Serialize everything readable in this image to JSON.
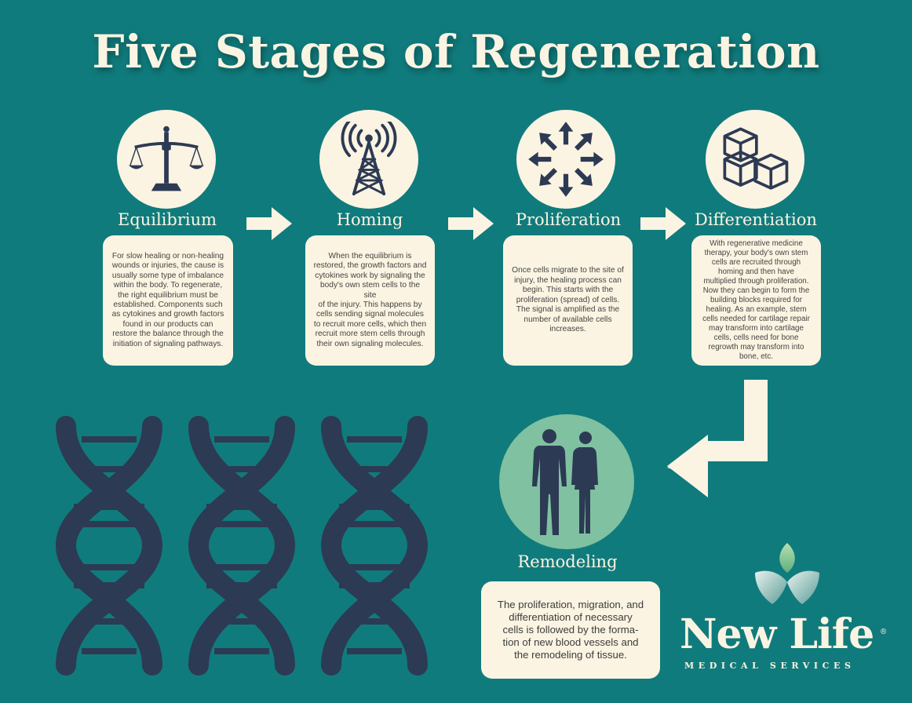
{
  "title": "Five Stages of Regeneration",
  "colors": {
    "background": "#107b7c",
    "cream": "#fbf4e2",
    "navy": "#2d3a54",
    "remodel_circle": "#7fc1a0",
    "leaf_green": "#8ec89a"
  },
  "stages": [
    {
      "label": "Equilibrium",
      "icon": "scale-icon",
      "text": "For slow healing or non-healing\nwounds or injuries, the cause is\nusually some type of imbalance\nwithin the body. To regenerate,\nthe right equilibrium must be\nestablished.  Components such\nas cytokines and growth factors\nfound in our products can\nrestore the balance through the\ninitiation of signaling pathways."
    },
    {
      "label": "Homing",
      "icon": "signal-tower-icon",
      "text": "When the equilibrium is\nrestored, the growth factors and\ncytokines work by signaling the\nbody's own stem cells to the site\nof the injury. This happens by\ncells sending signal molecules\nto recruit more cells, which then\nrecruit more stem cells through\ntheir own signaling molecules."
    },
    {
      "label": "Proliferation",
      "icon": "expand-arrows-icon",
      "text": "Once cells migrate to the site of\ninjury, the healing process can\nbegin. This starts with the\nproliferation (spread) of cells.\nThe signal is amplified as the\nnumber of available cells\nincreases."
    },
    {
      "label": "Differentiation",
      "icon": "cubes-icon",
      "text": "With regenerative medicine\ntherapy, your body's own stem\ncells are recruited through\nhoming and then have\nmultiplied through proliferation.\nNow they can begin to form the\nbuilding blocks required for\nhealing. As an  example, stem\ncells needed for cartilage repair\nmay transform into cartilage\ncells, cells need for bone\nregrowth may transform into\nbone, etc."
    },
    {
      "label": "Remodeling",
      "icon": "human-figures-icon",
      "text": "The proliferation, migration, and\ndifferentiation of necessary\ncells is followed by the forma-\ntion of new blood vessels and\nthe remodeling of tissue."
    }
  ],
  "logo": {
    "name": "New Life",
    "registered": "®",
    "subtitle": "MEDICAL SERVICES"
  }
}
